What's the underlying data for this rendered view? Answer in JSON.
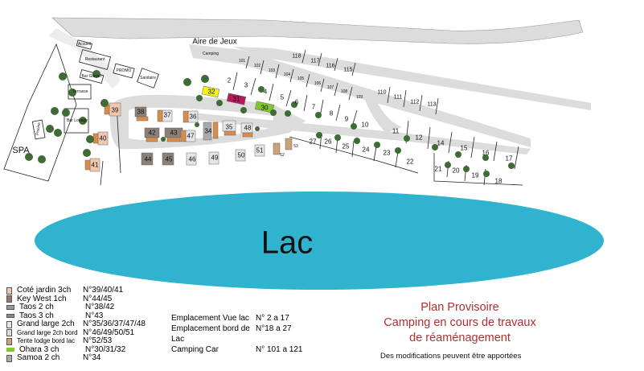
{
  "map": {
    "lake_label": "Lac",
    "areas": {
      "aire_de_jeux": "Aire de Jeux",
      "camping": "Camping",
      "spa": "SPA",
      "restaurant": "Restaurant",
      "bar_glacier": "Bar Glacier",
      "promo": "PROMO",
      "sanitaire": "Sanitaire",
      "accueil": "Accueil",
      "bar_lounge": "Bar Lounge",
      "terrasse": "Terrasse",
      "piscine": "Piscine"
    },
    "pitches": [
      "2",
      "3",
      "4",
      "5",
      "6",
      "7",
      "8",
      "9",
      "10",
      "11",
      "12",
      "14",
      "15",
      "16",
      "17",
      "18",
      "19",
      "20",
      "21",
      "22",
      "23",
      "24",
      "25",
      "26",
      "27"
    ],
    "camper_pitches": [
      "101",
      "102",
      "103",
      "104",
      "105",
      "106",
      "107",
      "108",
      "109",
      "110",
      "111",
      "112",
      "113",
      "115",
      "116",
      "117",
      "118"
    ],
    "chalets": [
      "30",
      "31",
      "32",
      "34",
      "35",
      "36",
      "37",
      "38",
      "39",
      "40",
      "41",
      "42",
      "43",
      "44",
      "45",
      "46",
      "47",
      "48",
      "49",
      "50",
      "51",
      "52",
      "53"
    ],
    "colors": {
      "lake": "#2fb3cf",
      "road": "#dcdcdc",
      "tree": "#3f6b35",
      "chalet_32": "#f2f21a",
      "chalet_31": "#b8195e",
      "chalet_30": "#7fc62f",
      "terrace": "#d98c4a"
    }
  },
  "legend": [
    {
      "name": "Coté jardin 3ch",
      "numbers": "N°39/40/41",
      "color": "#f0c8b0"
    },
    {
      "name": "Key West 1ch",
      "numbers": "N°44/45",
      "color": "#8a7a70"
    },
    {
      "name": "Taos 2 ch",
      "numbers": "N°38/42",
      "color": "#999"
    },
    {
      "name": "Taos 3 ch",
      "numbers": "N°43",
      "color": "#888"
    },
    {
      "name": "Grand large 2ch",
      "numbers": "N°35/36/37/47/48",
      "color": "#e6e6e6"
    },
    {
      "name": "Grand large 2ch bord",
      "numbers": "N°46/49/50/51",
      "color": "#ddd"
    },
    {
      "name": "Tente lodge bord lac",
      "numbers": "N°52/53",
      "color": "#c9a27a"
    },
    {
      "name": "Ohara 3 ch",
      "numbers": "N°30/31/32",
      "color": "#7fc62f"
    },
    {
      "name": "Samoa 2 ch",
      "numbers": "N°34",
      "color": "#aaa"
    }
  ],
  "pitch_types": [
    {
      "name": "Emplacement Vue lac",
      "range": "N° 2 a 17"
    },
    {
      "name": "Emplacement bord de Lac",
      "range": "N°18 a 27"
    },
    {
      "name": "Camping Car",
      "range": "N° 101 a 121"
    }
  ],
  "notice": {
    "line1": "Plan Provisoire",
    "line2": "Camping en cours de travaux",
    "line3": "de réaménagement",
    "note": "Des modifications peuvent être apportées"
  }
}
